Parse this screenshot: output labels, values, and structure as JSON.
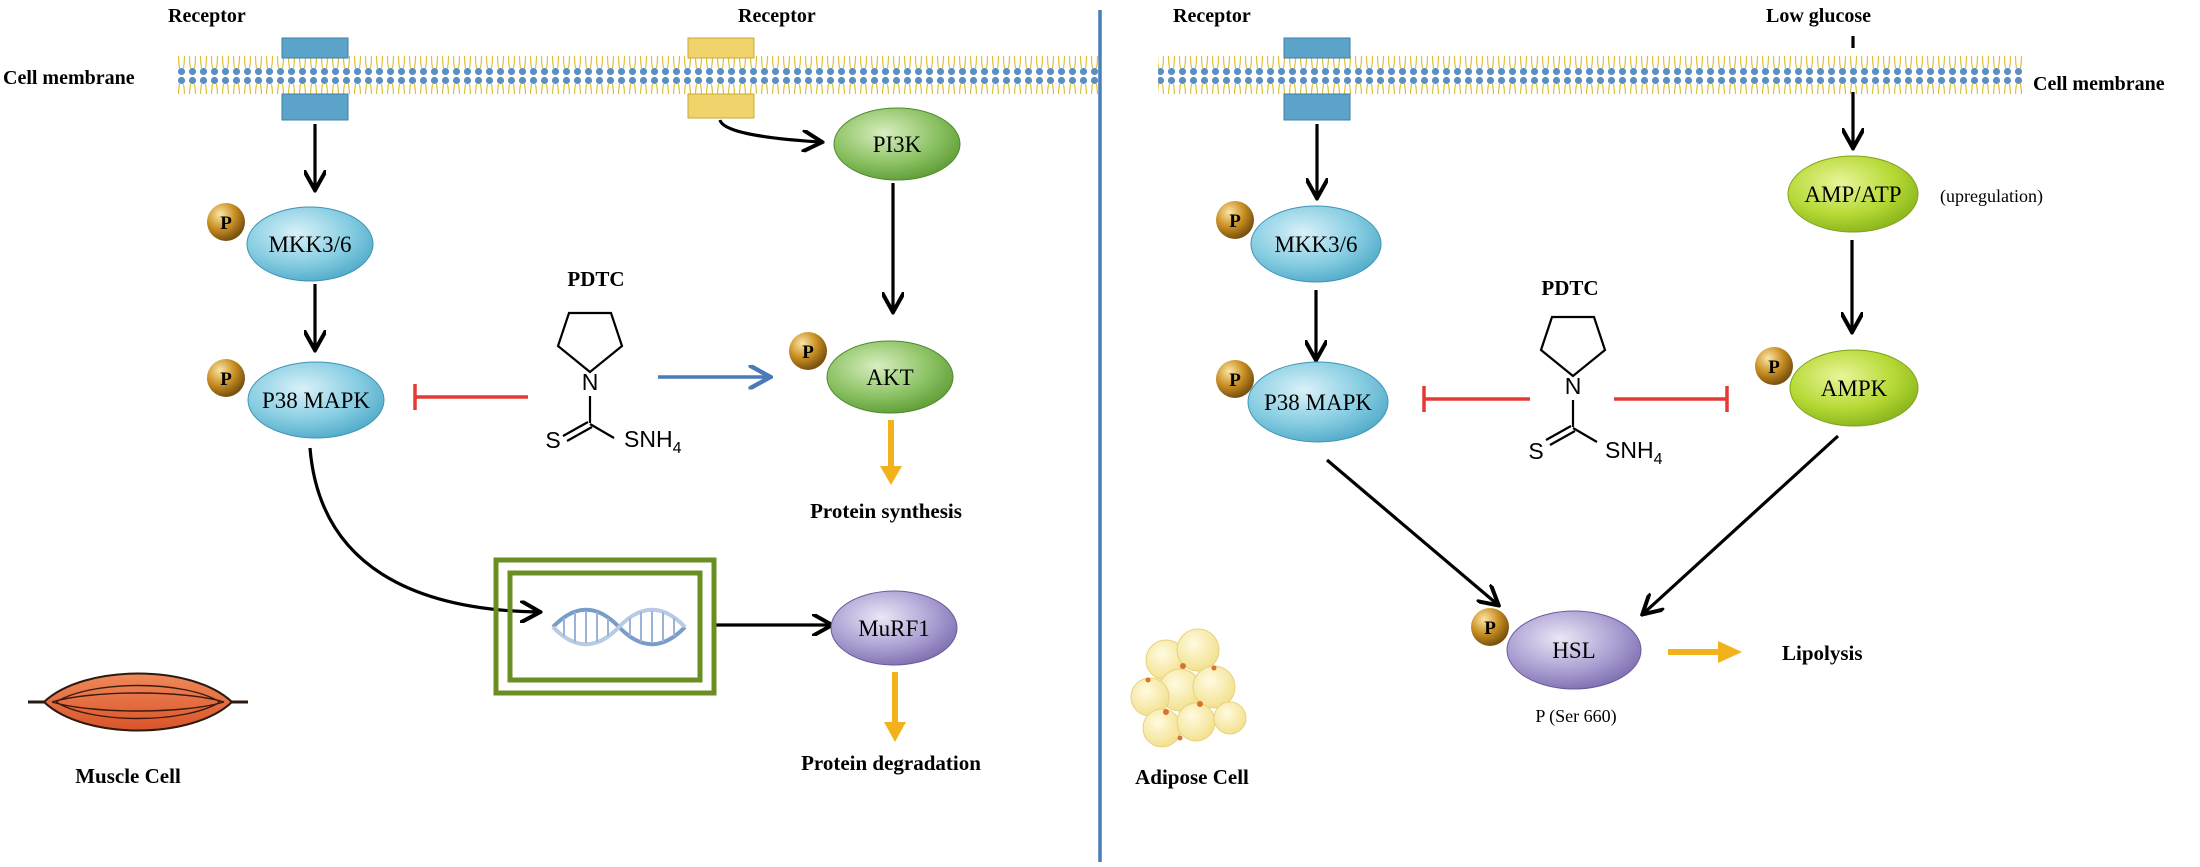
{
  "left": {
    "receptor_label_1": "Receptor",
    "receptor_label_2": "Receptor",
    "cell_membrane": "Cell membrane",
    "nodes": {
      "mkk": "MKK3/6",
      "p38": "P38 MAPK",
      "pi3k": "PI3K",
      "akt": "AKT",
      "murf1": "MuRF1"
    },
    "pdtc": {
      "title": "PDTC",
      "n": "N",
      "s": "S",
      "snh": "SNH",
      "sub": "4"
    },
    "protein_synthesis": "Protein synthesis",
    "protein_degradation": "Protein degradation",
    "cell_label": "Muscle Cell"
  },
  "right": {
    "receptor_label": "Receptor",
    "low_glucose": "Low glucose",
    "cell_membrane": "Cell membrane",
    "nodes": {
      "mkk": "MKK3/6",
      "p38": "P38 MAPK",
      "amp": "AMP/ATP",
      "ampk": "AMPK",
      "hsl": "HSL"
    },
    "upregulation": "(upregulation)",
    "pdtc": {
      "title": "PDTC",
      "n": "N",
      "s": "S",
      "snh": "SNH",
      "sub": "4"
    },
    "lipolysis": "Lipolysis",
    "ser_label": "P (Ser 660)",
    "cell_label": "Adipose Cell"
  },
  "phospho_label": "P",
  "colors": {
    "blue_node": "#7ccbe0",
    "green_node": "#7cb342",
    "lime_node": "#a8d22a",
    "purple_node": "#9b8cc4",
    "phospho": "#b8860b",
    "inhibit": "#e53935",
    "activate": "#4a7ab8",
    "yellow_arrow": "#f2b21c",
    "divider": "#4a7fb5",
    "membrane": "#e8c84a",
    "receptor_blue": "#5ba3c9",
    "receptor_yellow": "#f0d36a",
    "nucleus_box": "#6b8e23"
  }
}
